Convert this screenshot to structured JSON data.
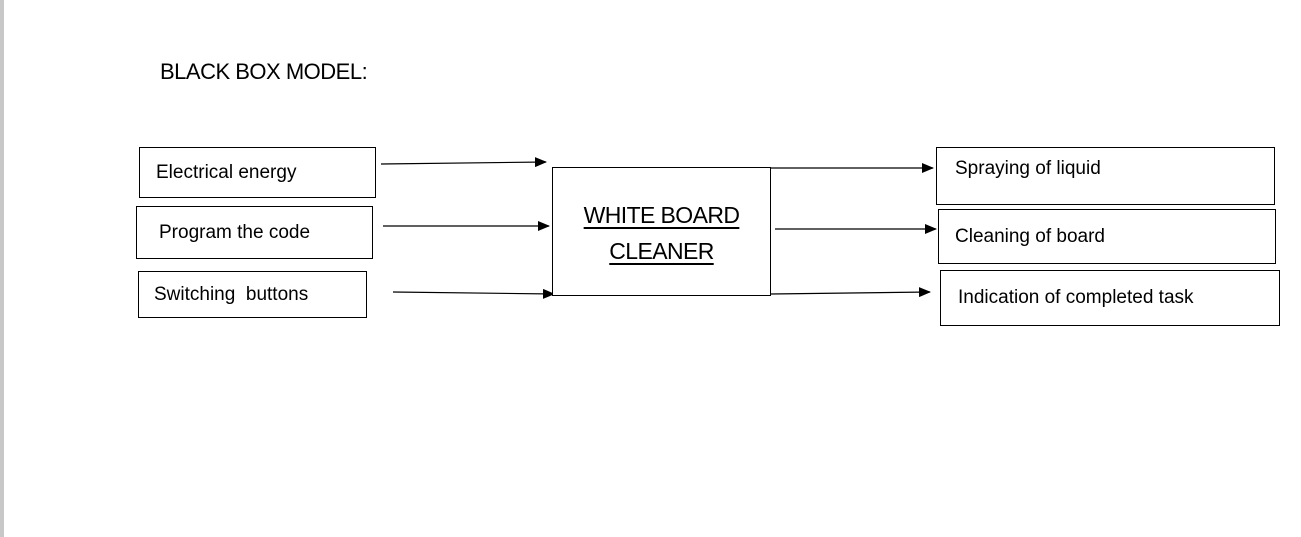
{
  "title": "BLACK BOX MODEL:",
  "inputs": [
    {
      "label": "Electrical energy"
    },
    {
      "label": "Program the code"
    },
    {
      "label": "Switching  buttons"
    }
  ],
  "system": {
    "line1": "WHITE BOARD",
    "line2": "CLEANER"
  },
  "outputs": [
    {
      "label": "Spraying of liquid"
    },
    {
      "label": "Cleaning of board"
    },
    {
      "label": "Indication of completed task"
    }
  ]
}
